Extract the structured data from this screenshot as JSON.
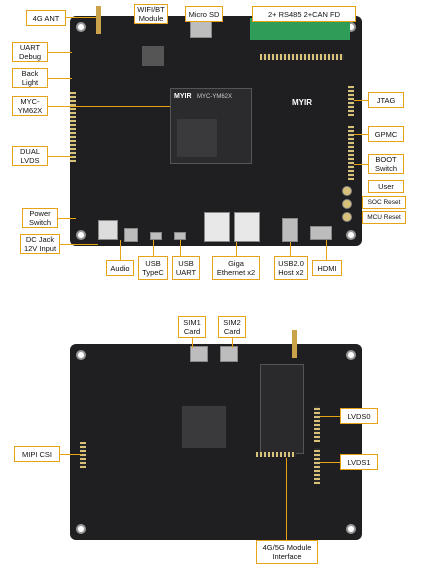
{
  "top_board": {
    "module_brand": "MYIR",
    "module_model": "MYC-YM62X",
    "board_brand": "MYIR"
  },
  "labels": {
    "ant_4g": "4G ANT",
    "wifi_bt": "WIFI/BT\nModule",
    "micro_sd": "Micro SD",
    "rs485_can": "2+ RS485 2+CAN FD",
    "uart_debug": "UART\nDebug",
    "back_light": "Back\nLight",
    "myc_ym62x": "MYC-\nYM62X",
    "dual_lvds": "DUAL\nLVDS",
    "power_switch": "Power\nSwitch",
    "dc_jack": "DC Jack\n12V Input",
    "jtag": "JTAG",
    "gpmc": "GPMC",
    "boot_switch": "BOOT\nSwitch",
    "user": "User",
    "soc_reset": "SOC Reset",
    "mcu_reset": "MCU Reset",
    "audio": "Audio",
    "usb_typec": "USB\nTypeC",
    "usb_uart": "USB\nUART",
    "giga_eth": "Giga\nEthernet x2",
    "usb2_host": "USB2.0\nHost x2",
    "hdmi": "HDMI",
    "sim1": "SIM1\nCard",
    "sim2": "SIM2\nCard",
    "lvds0": "LVDS0",
    "lvds1": "LVDS1",
    "mipi_csi": "MIPI CSI",
    "module_4g5g": "4G/5G Module\nInterface"
  }
}
